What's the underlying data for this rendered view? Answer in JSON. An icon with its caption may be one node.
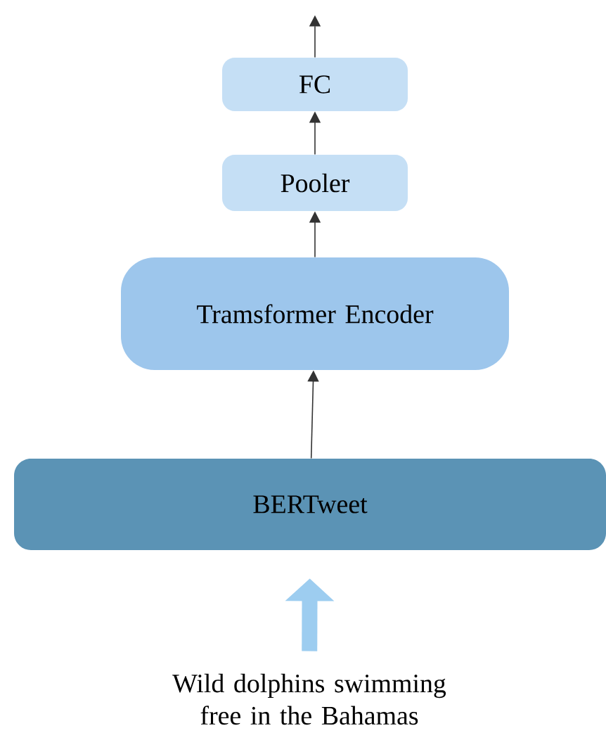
{
  "diagram": {
    "nodes": [
      {
        "text": [
          "FC"
        ]
      },
      {
        "text": [
          "Pooler"
        ]
      },
      {
        "text": [
          "Tramsformer Encoder"
        ]
      },
      {
        "text": [
          "BERTweet"
        ]
      },
      {
        "text": [
          "Wild dolphins swimming free in the Bahamas"
        ]
      }
    ],
    "edges": [
      {
        "from": 4,
        "to": 3,
        "arrow": "to",
        "style": "thick",
        "color": "#9dcdf0"
      },
      {
        "from": 3,
        "to": 2,
        "arrow": "to"
      },
      {
        "from": 2,
        "to": 1,
        "arrow": "to"
      },
      {
        "from": 1,
        "to": 0,
        "arrow": "to"
      },
      {
        "from": 0,
        "to": null,
        "arrow": "to"
      }
    ]
  }
}
